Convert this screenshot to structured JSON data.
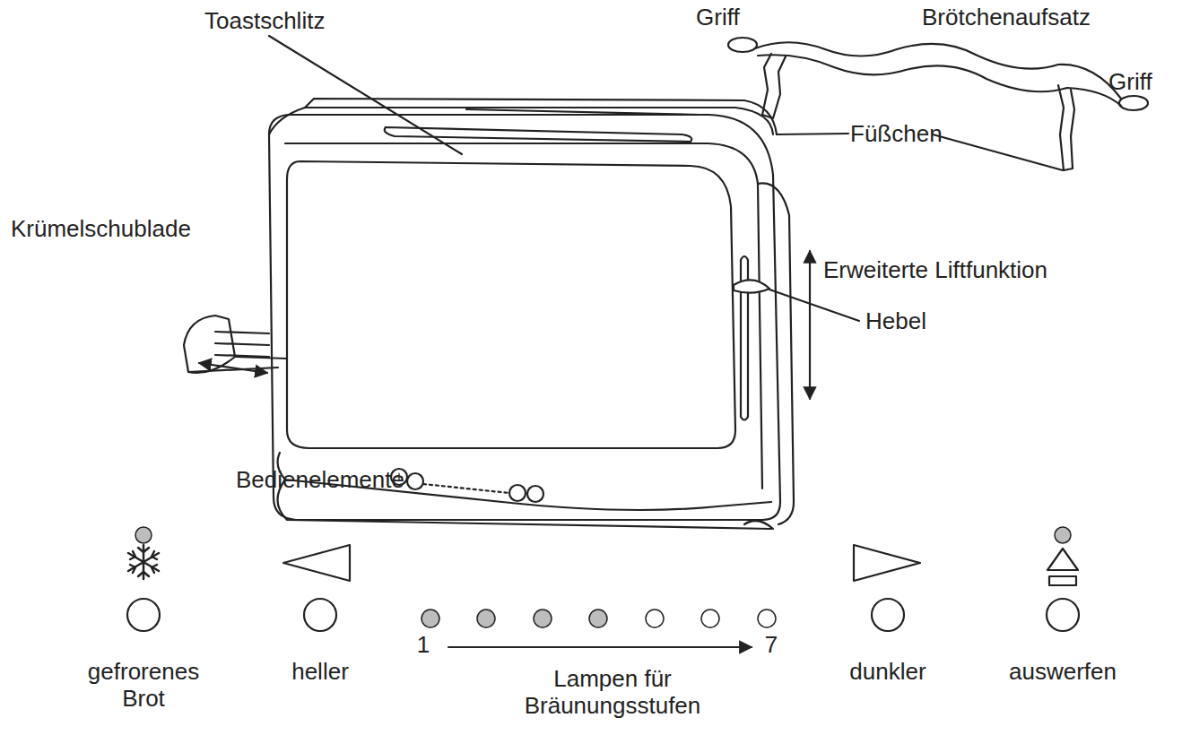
{
  "diagram": {
    "labels": [
      "Toastschlitz",
      "Griff",
      "Brötchenaufsatz",
      "Griff",
      "Füßchen",
      "Krümelschublade",
      "Erweiterte Liftfunktion",
      "Hebel",
      "Bedienelemente",
      "gefrorenes Brot",
      "heller",
      "1",
      "7",
      "Lampen für Bräunungsstufen",
      "dunkler",
      "auswerfen"
    ]
  }
}
